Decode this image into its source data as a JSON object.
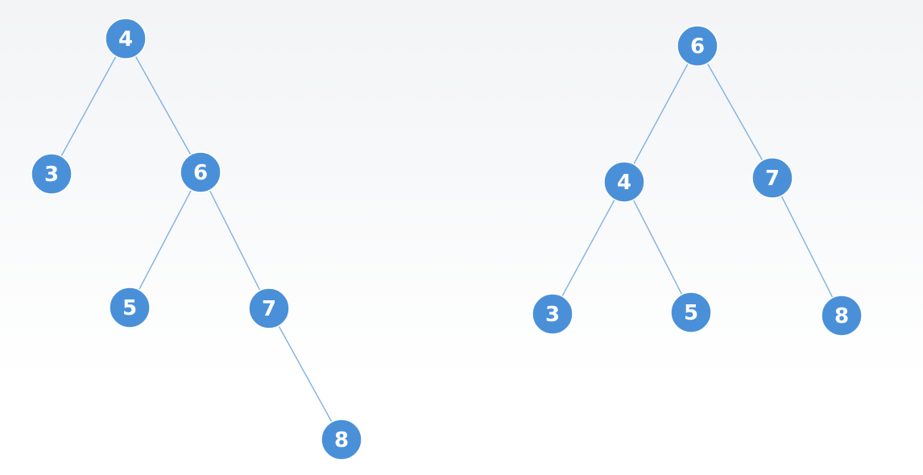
{
  "colors": {
    "node_fill": "#4a90d9",
    "edge": "#7fb2e0",
    "label": "#ffffff"
  },
  "trees": [
    {
      "nodes": [
        {
          "id": "a4",
          "label": "4"
        },
        {
          "id": "a3",
          "label": "3"
        },
        {
          "id": "a6",
          "label": "6"
        },
        {
          "id": "a5",
          "label": "5"
        },
        {
          "id": "a7",
          "label": "7"
        },
        {
          "id": "a8",
          "label": "8"
        }
      ],
      "edges": [
        [
          "a4",
          "a3"
        ],
        [
          "a4",
          "a6"
        ],
        [
          "a6",
          "a5"
        ],
        [
          "a6",
          "a7"
        ],
        [
          "a7",
          "a8"
        ]
      ]
    },
    {
      "nodes": [
        {
          "id": "b6",
          "label": "6"
        },
        {
          "id": "b4",
          "label": "4"
        },
        {
          "id": "b7",
          "label": "7"
        },
        {
          "id": "b3",
          "label": "3"
        },
        {
          "id": "b5",
          "label": "5"
        },
        {
          "id": "b8",
          "label": "8"
        }
      ],
      "edges": [
        [
          "b6",
          "b4"
        ],
        [
          "b6",
          "b7"
        ],
        [
          "b4",
          "b3"
        ],
        [
          "b4",
          "b5"
        ],
        [
          "b7",
          "b8"
        ]
      ]
    }
  ]
}
